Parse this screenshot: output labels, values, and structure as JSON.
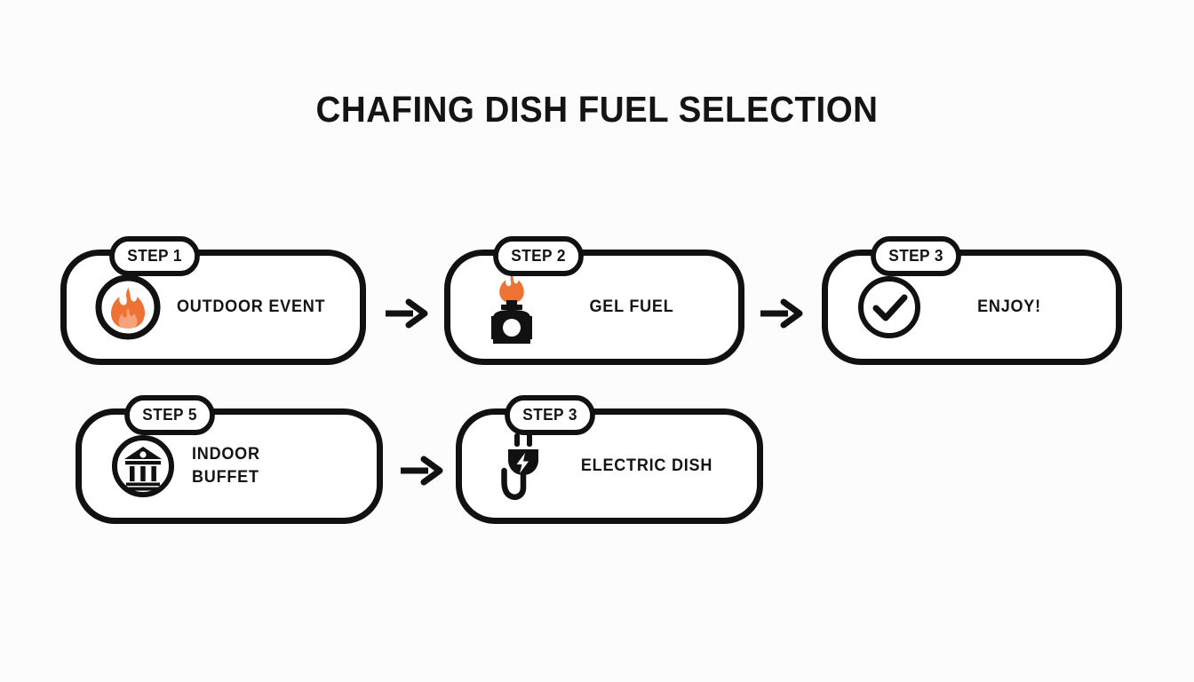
{
  "page": {
    "title": "CHAFING DISH FUEL SELECTION",
    "background_color": "#fcfcfd",
    "accent_color": "#ee7233",
    "line_color": "#111111"
  },
  "flow": {
    "rows": [
      {
        "row_name": "outdoor-path",
        "cards": [
          {
            "badge": "STEP 1",
            "label": "OUTDOOR EVENT",
            "icon": "flame-circle-icon",
            "label_align": "left"
          },
          {
            "badge": "STEP 2",
            "label": "GEL FUEL",
            "icon": "fuel-can-icon",
            "label_align": "center"
          },
          {
            "badge": "STEP 3",
            "label": "ENJOY!",
            "icon": "check-circle-icon",
            "label_align": "center"
          }
        ],
        "connectors": [
          "arrow-right-icon",
          "arrow-right-icon"
        ]
      },
      {
        "row_name": "indoor-path",
        "cards": [
          {
            "badge": "STEP 5",
            "label": "INDOOR\nBUFFET",
            "icon": "bank-circle-icon",
            "label_align": "left"
          },
          {
            "badge": "STEP 3",
            "label": "ELECTRIC DISH",
            "icon": "power-plug-icon",
            "label_align": "center"
          }
        ],
        "connectors": [
          "arrow-right-icon"
        ]
      }
    ]
  }
}
